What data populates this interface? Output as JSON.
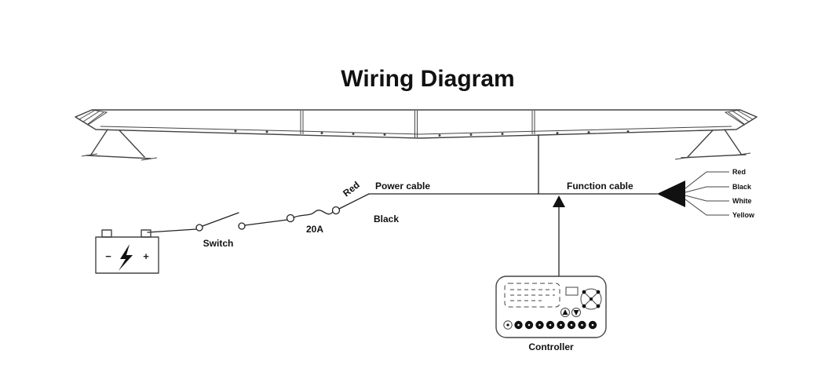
{
  "title": "Wiring Diagram",
  "labels": {
    "power_cable": "Power cable",
    "power_wire_red": "Red",
    "power_wire_black": "Black",
    "fuse_rating": "20A",
    "switch": "Switch",
    "function_cable": "Function cable",
    "controller": "Controller"
  },
  "battery": {
    "minus": "−",
    "plus": "+"
  },
  "function_wires": [
    {
      "label": "Red"
    },
    {
      "label": "Black"
    },
    {
      "label": "White"
    },
    {
      "label": "Yellow"
    }
  ],
  "colors": {
    "line": "#444444",
    "wire": "#222222",
    "text": "#111111",
    "background": "#ffffff"
  }
}
